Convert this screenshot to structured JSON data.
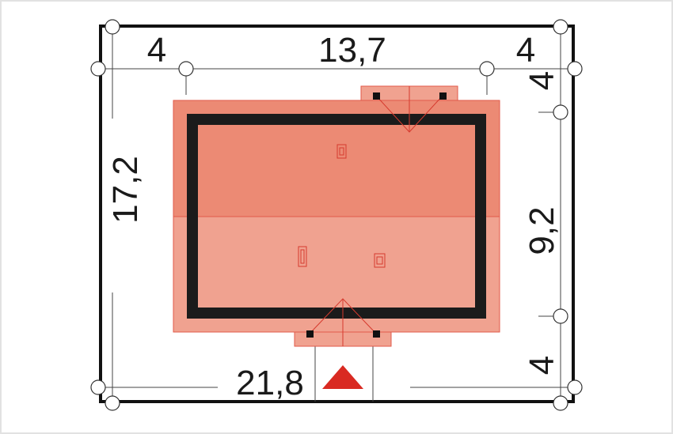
{
  "diagram": {
    "dimensions": {
      "top_left_setback": "4",
      "top_width": "13,7",
      "top_right_setback": "4",
      "right_top_setback": "4",
      "left_depth": "17,2",
      "right_depth": "9,2",
      "right_bottom_setback": "4",
      "bottom_width": "21,8"
    },
    "colors": {
      "roof_upper": "#EC8A74",
      "roof_lower": "#F0A290",
      "roof_outline": "#E25A4A",
      "wall": "#1b1b1b",
      "plot_border": "#111111",
      "dimension_line": "#444444",
      "entrance_marker": "#D92A22"
    },
    "icons": {
      "entrance": "entrance-arrow-icon",
      "chimney": "chimney-icon",
      "dimension_node": "dimension-node-icon"
    }
  }
}
